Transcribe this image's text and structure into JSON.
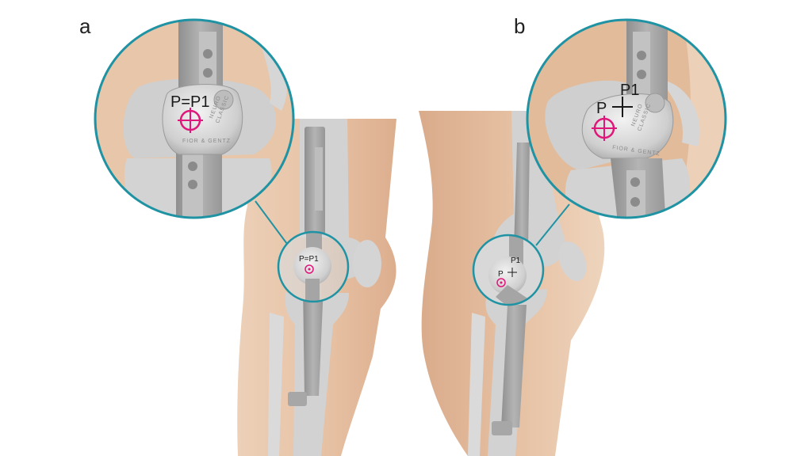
{
  "panels": {
    "a": {
      "label": "a",
      "marker_label": "P=P1",
      "engraving_top": "NEURO",
      "engraving_mid": "CLASSIC",
      "engraving_bottom": "FIOR & GENTZ"
    },
    "b": {
      "label": "b",
      "marker_p": "P",
      "marker_p1": "P1",
      "engraving_top": "NEURO",
      "engraving_mid": "CLASSIC",
      "engraving_bottom": "FIOR & GENTZ"
    }
  },
  "colors": {
    "skin": "#e6c2a4",
    "skin_dark": "#d8a98a",
    "bone": "#cfcfcf",
    "bone_light": "#d9d9d9",
    "metal": "#a8a8a8",
    "metal_dark": "#8e8e8e",
    "joint": "#d6d6d6",
    "circle_border": "#1f93a3",
    "axis": "#e0177a",
    "text": "#1a1a1a"
  }
}
